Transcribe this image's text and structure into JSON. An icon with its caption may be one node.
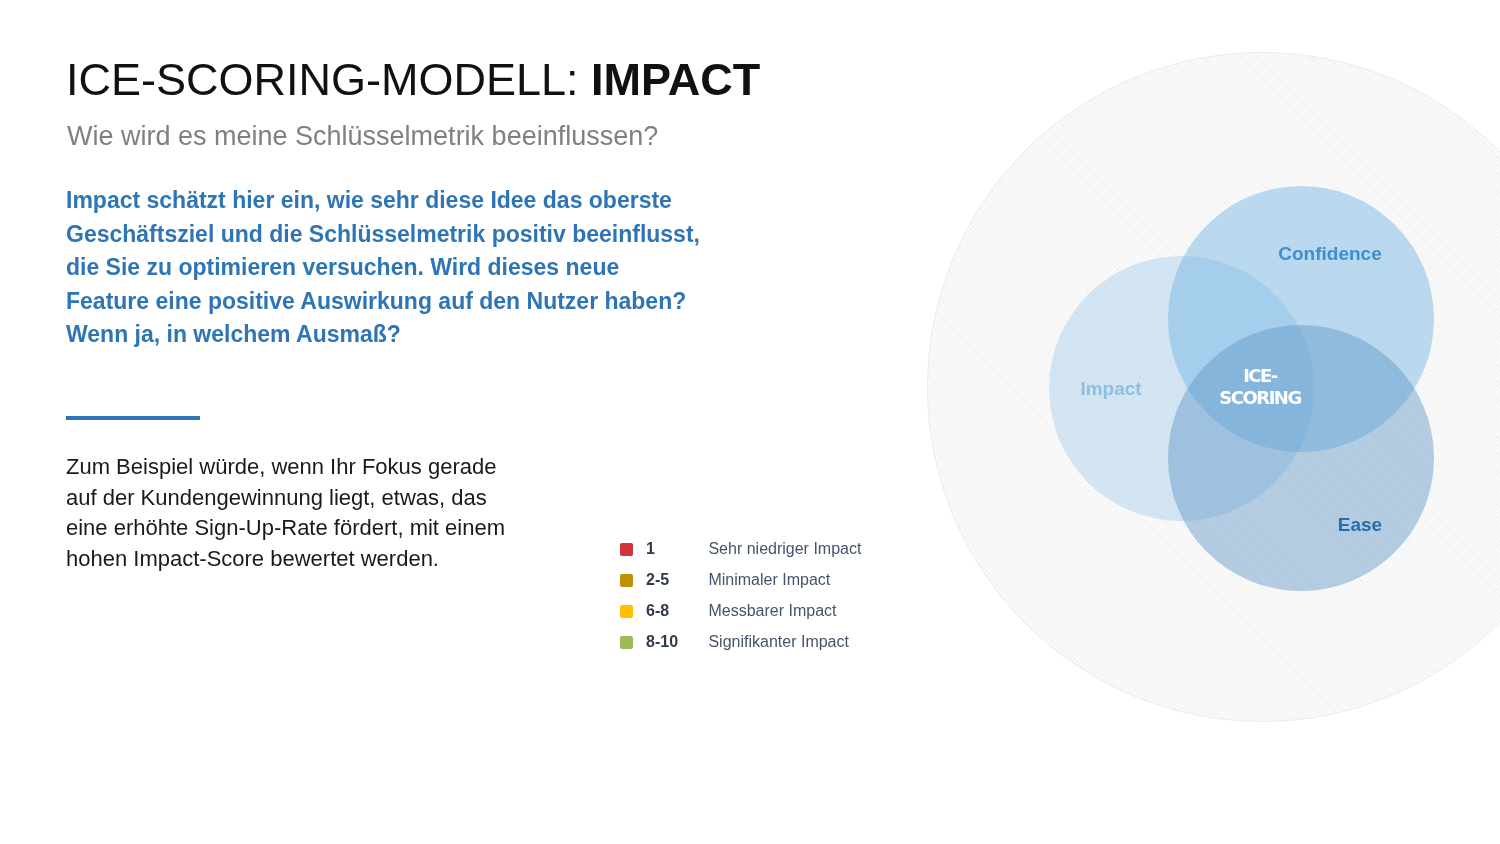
{
  "diagram": {
    "title": "ICE-SCORING-MODELL: **IMPACT**",
    "nodes": [
      {
        "text": [],
        "shape": "circle"
      },
      {
        "text": [
          "Impact"
        ],
        "in": 0
      },
      {
        "text": [
          "Confidence"
        ],
        "in": 0
      },
      {
        "text": [
          "Ease"
        ],
        "in": 0
      }
    ],
    "labels": [
      "Wie wird es meine Schlüsselmetrik beeinflussen?",
      "Impact schätzt hier ein, wie sehr diese Idee das oberste Geschäftsziel und die Schlüsselmetrik positiv beeinflusst, die Sie zu optimieren versuchen. Wird dieses neue Feature eine positive Auswirkung auf den Nutzer haben? Wenn ja, in welchem Ausmaß?",
      "Zum Beispiel würde, wenn Ihr Fokus gerade auf der Kundengewinnung liegt, etwas, das eine erhöhte Sign-Up-Rate fördert, mit einem hohen Impact-Score bewertet werden.",
      "ICE-SCORING"
    ],
    "legend": [
      {
        "text": "**1** Sehr niedriger Impact",
        "color": "#d13240"
      },
      {
        "text": "**2-5** Minimaler Impact",
        "color": "#bf9000"
      },
      {
        "text": "**6-8** Messbarer Impact",
        "color": "#ffc000"
      },
      {
        "text": "**8-10** Signifikanter Impact",
        "color": "#9bbb59"
      }
    ]
  }
}
